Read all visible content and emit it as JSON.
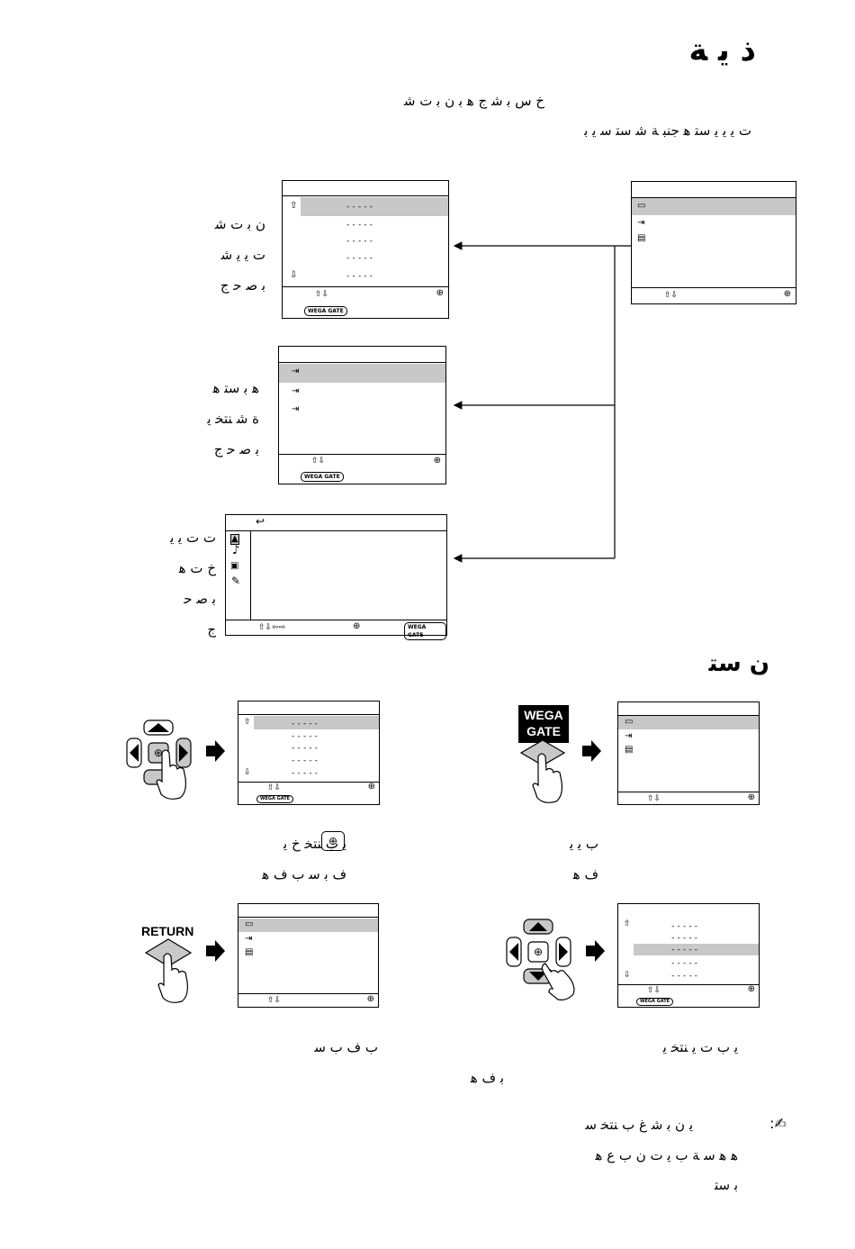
{
  "page": {
    "title": "ﺫ ﻳ ﺔ",
    "intro_line1": "ﺥ ﺱ ﺑ ﺷ ﺝ ﻫ ﺑ ﻥ ﺑ ﺕ ﺷ",
    "intro_line2": "ﺕ ﻳ ﻳ ﻳ ﺳﺘ ﻫ ﺟﻨﺒ ﺔ ﺷ ﺳﺘ ﺳ ﻳ ﺑ"
  },
  "left_notes": [
    {
      "lines": [
        "ﻥ ﺑ ﺕ ﺷ",
        "ﺕ ﻳ ﻳ ﺷ",
        "ﺑ ﺻ ﺣ ﺝ"
      ]
    },
    {
      "lines": [
        "ﻫ ﺑ ﺳﺘ ﻫ",
        "ﺓ ﺷ ﻨﺘﺨ ﻳ",
        "ﺑ ﺻ ﺣ ﺝ"
      ]
    },
    {
      "lines": [
        "ﺕ ﺕ ﻳ ﻳ",
        "ﺥ ﺕ ﻫ",
        "ﺑ ﺻ ﺣ",
        "ﺝ"
      ]
    }
  ],
  "menus": {
    "dash": "-----",
    "wega_gate": "WEGA GATE",
    "nav_arrows": "⇧⇩",
    "nav_arrows4": "⇧⇩⇦⇨",
    "enter_symbol": "⊕",
    "return_symbol": "↩"
  },
  "section2": {
    "title": "ﻥ ﺳﺘ",
    "captions": {
      "c1_line1": "ﺏ ﻳ ﻳ",
      "c1_line2": "ﻑ ﻫ",
      "c2_line1": "ﻳ ﺏ ﻨﺘﺨ ﺥ ﻳ",
      "c2_line2": "ﻑ ﺑ ﺳ ﺏ ﻑ ﻫ",
      "c3_line1": "ﻳ ﺏ ﺕ ﻳ ﻨﺘﺨ ﻳ",
      "c4_line1": "ﺏ ﻑ ﺏ ﺳ",
      "c4_line2": "ﺑ ﻑ ﻫ"
    },
    "buttons": {
      "wega_line1": "WEGA",
      "wega_line2": "GATE",
      "return": "RETURN"
    }
  },
  "note": {
    "line1": "ﻳ ﻥ ﺑ ﺷ ﻍ ﺏ ﻨﺘﺨ ﺳ",
    "line2": "ﻫ ﻫ ﺳ ﺔ ﺏ ﻳ ﺕ ﻥ ﺏ ﻉ ﻫ",
    "line3": "ﺑ ﺳﺘ"
  },
  "colors": {
    "highlight": "#c8c8c8",
    "ink": "#000000",
    "paper": "#ffffff"
  }
}
